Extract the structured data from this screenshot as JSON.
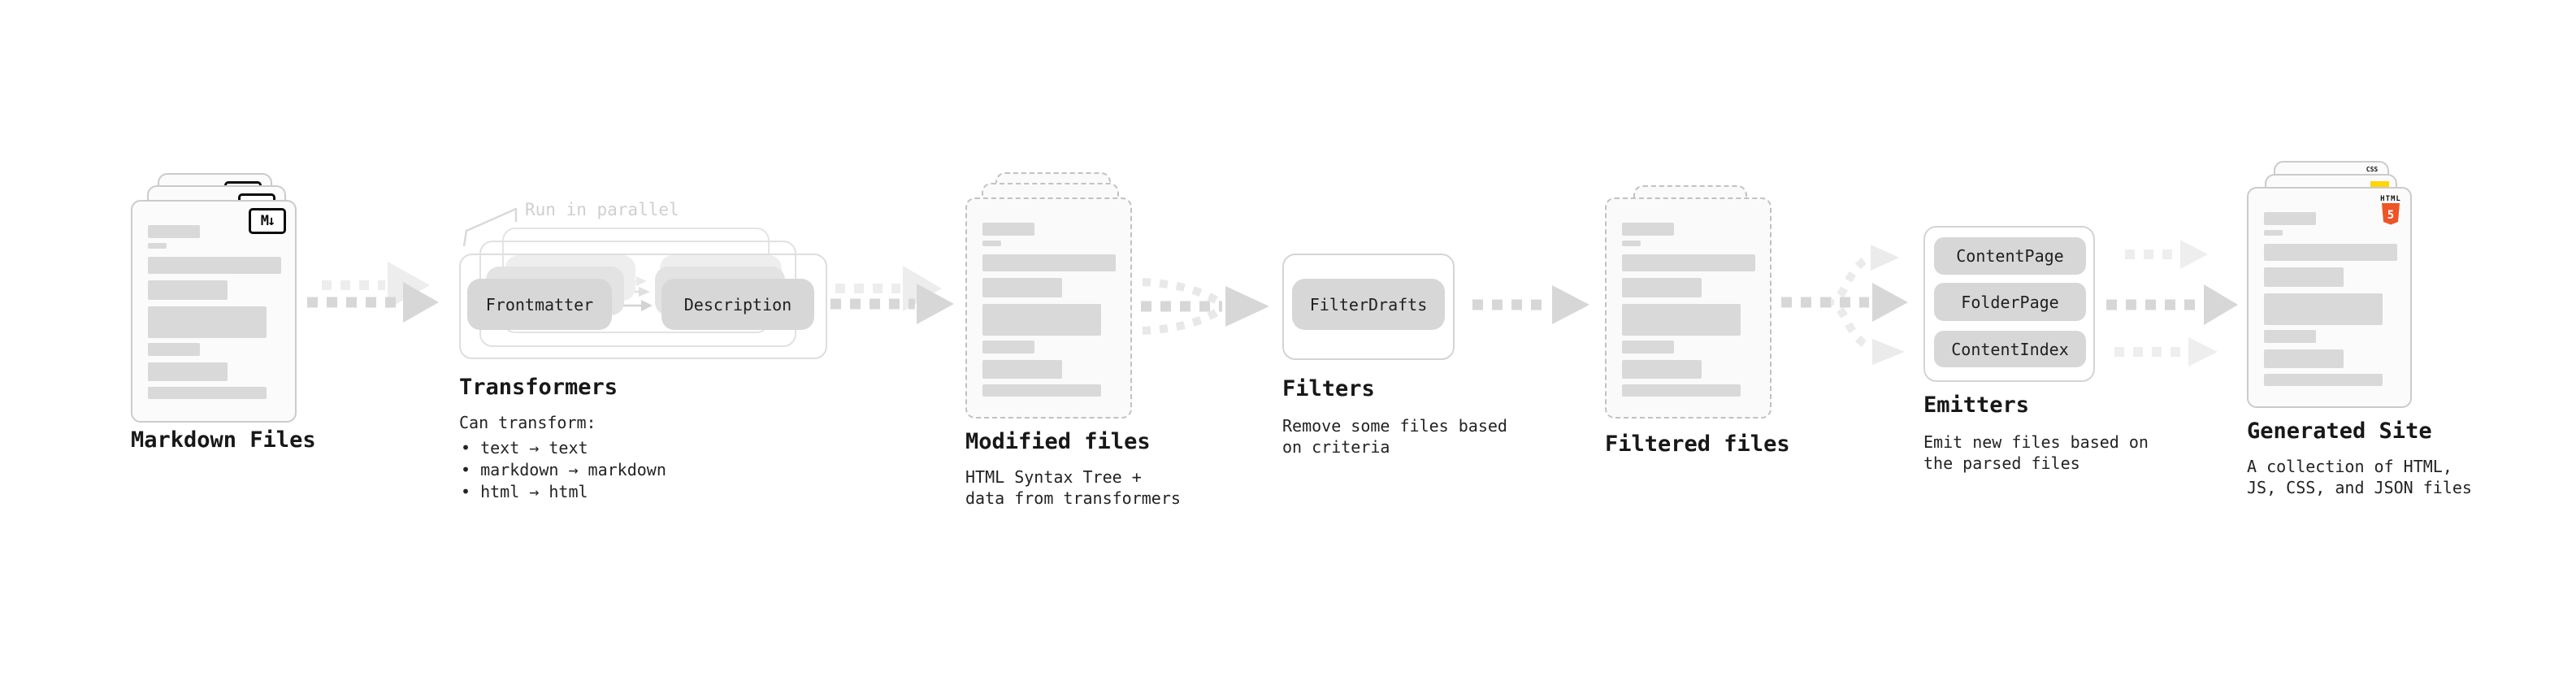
{
  "stages": {
    "markdown": {
      "title": "Markdown Files",
      "badge": "M↓"
    },
    "transformers": {
      "title": "Transformers",
      "note": "Run in parallel",
      "buttons": {
        "frontmatter": "Frontmatter",
        "description": "Description"
      },
      "desc_heading": "Can transform:",
      "bullets": [
        "• text → text",
        "• markdown → markdown",
        "• html → html"
      ]
    },
    "modified": {
      "title": "Modified files",
      "desc": [
        "HTML Syntax Tree +",
        "data from transformers"
      ]
    },
    "filters": {
      "title": "Filters",
      "button": "FilterDrafts",
      "desc": [
        "Remove some files based",
        "on criteria"
      ]
    },
    "filtered": {
      "title": "Filtered files"
    },
    "emitters": {
      "title": "Emitters",
      "buttons": [
        "ContentPage",
        "FolderPage",
        "ContentIndex"
      ],
      "desc": [
        "Emit new files based on",
        "the parsed files"
      ]
    },
    "generated": {
      "title": "Generated Site",
      "desc": [
        "A collection of HTML,",
        "JS, CSS, and JSON files"
      ],
      "badges": {
        "html_label": "HTML",
        "html_number": "5",
        "css_label": "CSS"
      }
    }
  },
  "colors": {
    "html5_orange": "#ee5425",
    "js_yellow": "#ffd608",
    "css_blue": "#2c62f0",
    "bar_gray": "#d9d9d9",
    "arrow_gray": "#d7d7d7",
    "ghost_arrow_gray": "#ededed"
  }
}
